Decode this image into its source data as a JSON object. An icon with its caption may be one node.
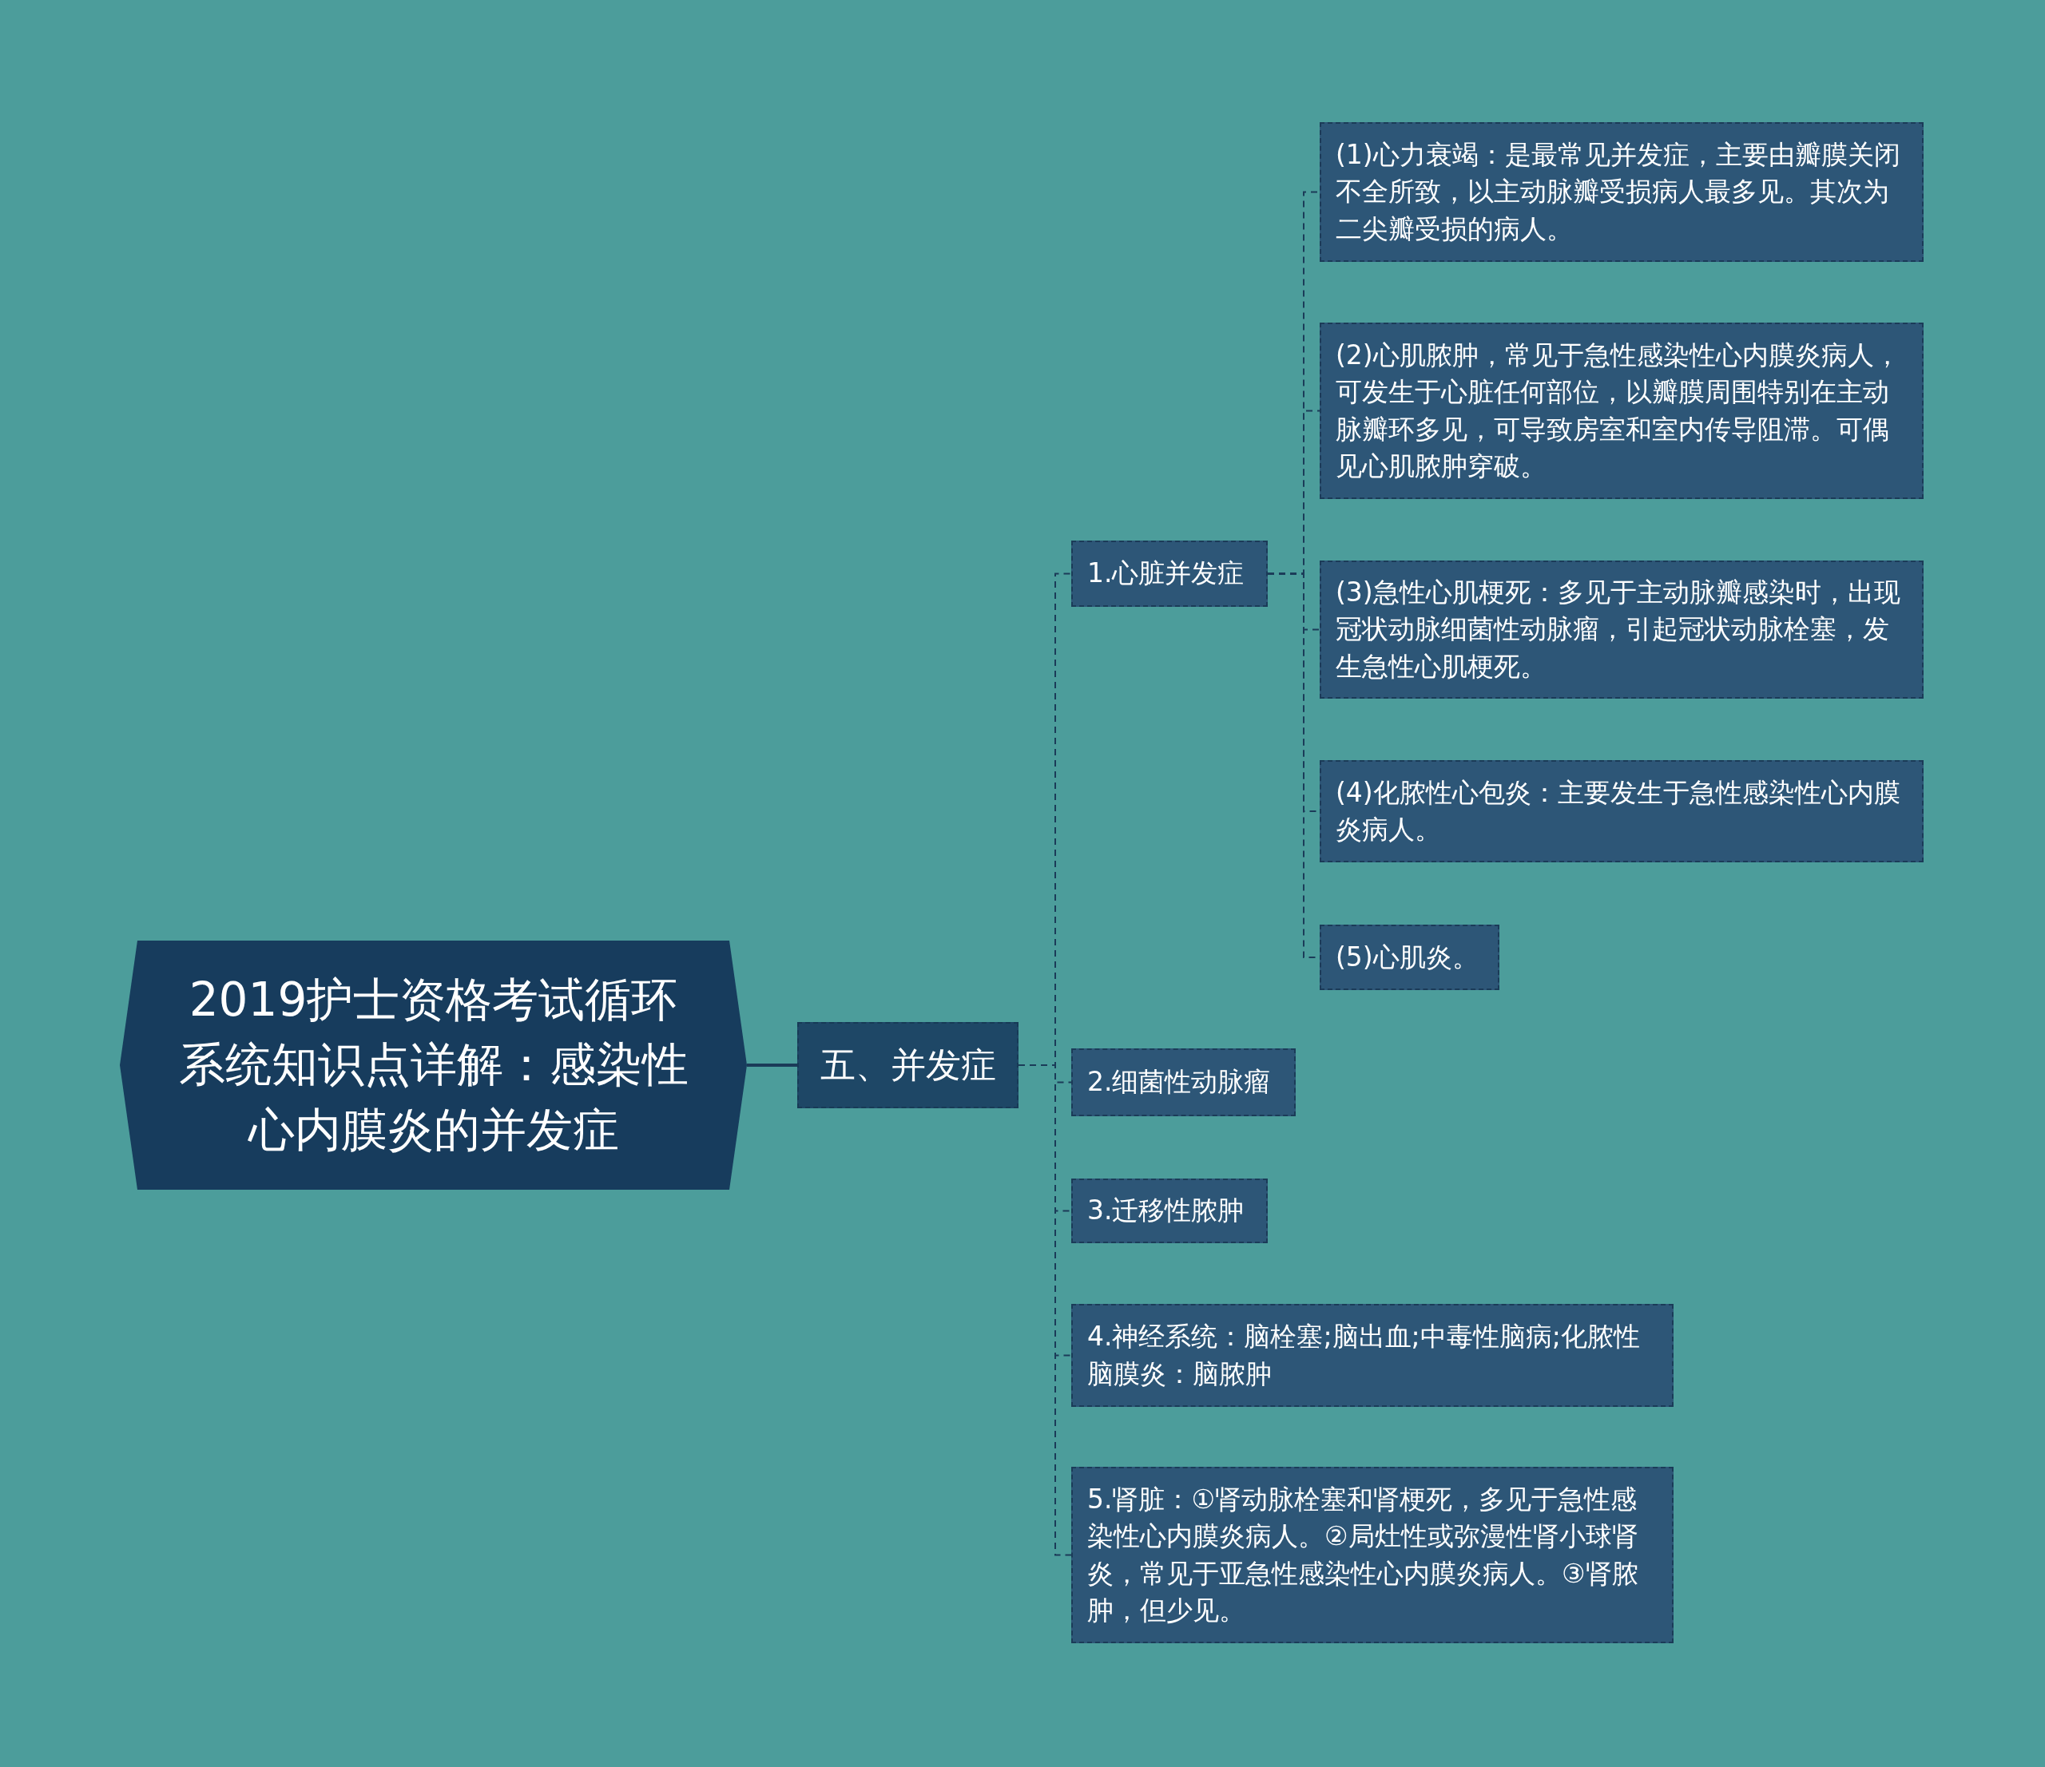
{
  "diagram": {
    "nodes": [
      {
        "text": [
          "2019护士资格考试循环系统知识点详解：感染性心内膜炎的并发症"
        ]
      },
      {
        "text": [
          "五、并发症"
        ]
      },
      {
        "text": [
          "1.心脏并发症"
        ]
      },
      {
        "text": [
          "(1)心力衰竭：是最常见并发症，主要由瓣膜关闭不全所致，以主动脉瓣受损病人最多见。其次为二尖瓣受损的病人。"
        ]
      },
      {
        "text": [
          "(2)心肌脓肿，常见于急性感染性心内膜炎病人，可发生于心脏任何部位，以瓣膜周围特别在主动脉瓣环多见，可导致房室和室内传导阻滞。可偶见心肌脓肿穿破。"
        ]
      },
      {
        "text": [
          "(3)急性心肌梗死：多见于主动脉瓣感染时，出现冠状动脉细菌性动脉瘤，引起冠状动脉栓塞，发生急性心肌梗死。"
        ]
      },
      {
        "text": [
          "(4)化脓性心包炎：主要发生于急性感染性心内膜炎病人。"
        ]
      },
      {
        "text": [
          "(5)心肌炎。"
        ]
      },
      {
        "text": [
          "2.细菌性动脉瘤"
        ]
      },
      {
        "text": [
          "3.迁移性脓肿"
        ]
      },
      {
        "text": [
          "4.神经系统：脑栓塞;脑出血;中毒性脑病;化脓性脑膜炎：脑脓肿"
        ]
      },
      {
        "text": [
          "5.肾脏：①肾动脉栓塞和肾梗死，多见于急性感染性心内膜炎病人。②局灶性或弥漫性肾小球肾炎，常见于亚急性感染性心内膜炎病人。③肾脓肿，但少见。"
        ]
      }
    ],
    "edges": [
      {
        "from": 0,
        "to": 1,
        "arrow": "none"
      },
      {
        "from": 1,
        "to": 2,
        "arrow": "none",
        "style": "dashed"
      },
      {
        "from": 2,
        "to": 3,
        "arrow": "none",
        "style": "dashed"
      },
      {
        "from": 2,
        "to": 4,
        "arrow": "none",
        "style": "dashed"
      },
      {
        "from": 2,
        "to": 5,
        "arrow": "none",
        "style": "dashed"
      },
      {
        "from": 2,
        "to": 6,
        "arrow": "none",
        "style": "dashed"
      },
      {
        "from": 2,
        "to": 7,
        "arrow": "none",
        "style": "dashed"
      },
      {
        "from": 1,
        "to": 8,
        "arrow": "none",
        "style": "dashed"
      },
      {
        "from": 1,
        "to": 9,
        "arrow": "none",
        "style": "dashed"
      },
      {
        "from": 1,
        "to": 10,
        "arrow": "none",
        "style": "dashed"
      },
      {
        "from": 1,
        "to": 11,
        "arrow": "none",
        "style": "dashed"
      }
    ]
  }
}
